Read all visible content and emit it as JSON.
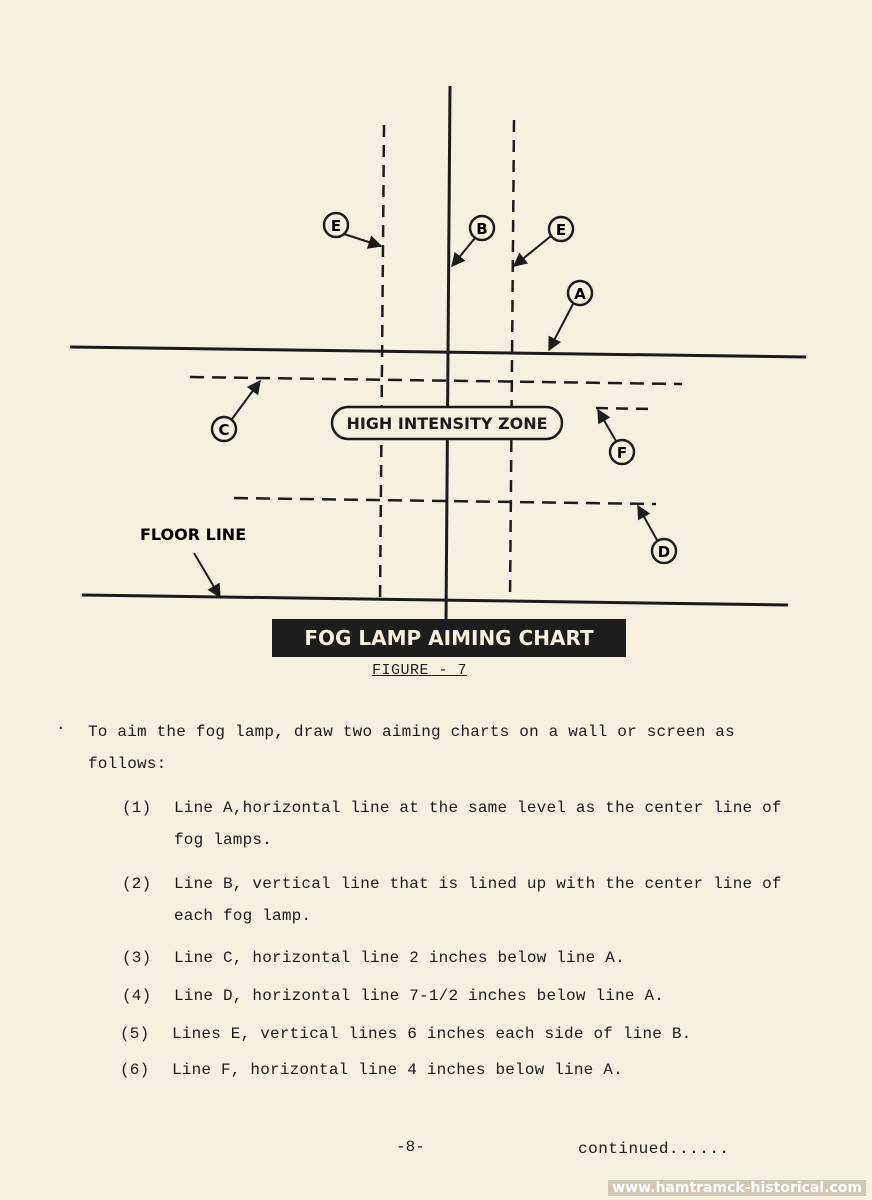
{
  "diagram": {
    "labels": {
      "a": "A",
      "b": "B",
      "c": "C",
      "d": "D",
      "e": "E",
      "f": "F",
      "zone": "HIGH INTENSITY ZONE",
      "floor": "FLOOR LINE"
    },
    "title": "FOG LAMP AIMING CHART"
  },
  "caption": "FIGURE - 7",
  "body": {
    "bullet": ".",
    "intro": "To aim the fog lamp, draw two aiming charts on a wall or screen as follows:",
    "items": [
      {
        "num": "(1)",
        "text": "Line A,horizontal line at the same level as the center line of fog lamps."
      },
      {
        "num": "(2)",
        "text": "Line B, vertical line that is lined up with the center line of each fog lamp."
      },
      {
        "num": "(3)",
        "text": "Line C, horizontal line 2 inches below line A."
      },
      {
        "num": "(4)",
        "text": "Line D, horizontal line 7-1/2 inches below line A."
      },
      {
        "num": "(5)",
        "text": "Lines E, vertical lines 6 inches each side of line B."
      },
      {
        "num": "(6)",
        "text": "Line F, horizontal line 4 inches below line A."
      }
    ]
  },
  "footer": {
    "page": "-8-",
    "continued": "continued......",
    "watermark": "www.hamtramck-historical.com"
  }
}
